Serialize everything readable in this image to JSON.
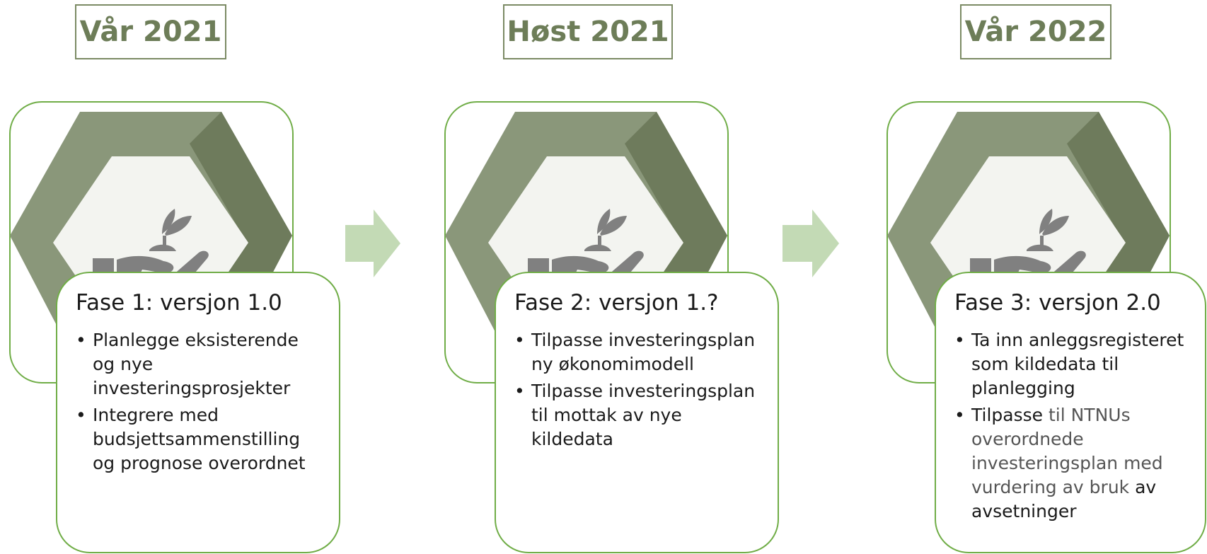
{
  "phases": [
    {
      "period": "Vår 2021",
      "title": "Fase 1: versjon 1.0",
      "bullets": [
        [
          "Planlegge eksisterende og nye investeringsprosjekter"
        ],
        [
          "Integrere med budsjettsammenstilling og prognose overordnet"
        ]
      ],
      "icon": "hand-plant-icon"
    },
    {
      "period": "Høst 2021",
      "title": "Fase 2: versjon 1.?",
      "bullets": [
        [
          "Tilpasse investeringsplan ny økonomimodell"
        ],
        [
          "Tilpasse investeringsplan til mottak av nye kildedata"
        ]
      ],
      "icon": "hand-plant-icon"
    },
    {
      "period": "Vår 2022",
      "title": "Fase 3: versjon 2.0",
      "bullets": [
        [
          "Ta inn anleggsregisteret som kildedata til planlegging"
        ],
        [
          "Tilpasse",
          " til NTNUs overordnede investeringsplan med vurdering av bruk ",
          "av avsetninger"
        ]
      ],
      "icon": "hand-plant-icon"
    }
  ],
  "colors": {
    "hexagon_light": "#8a977a",
    "hexagon_dark": "#6e7b5c",
    "hexagon_inner": "#f3f4f0",
    "card_border": "#70ad47",
    "arrow": "#c3dab5",
    "period_border": "#7b8a64",
    "period_text": "#6d7d58",
    "icon": "#808080"
  }
}
